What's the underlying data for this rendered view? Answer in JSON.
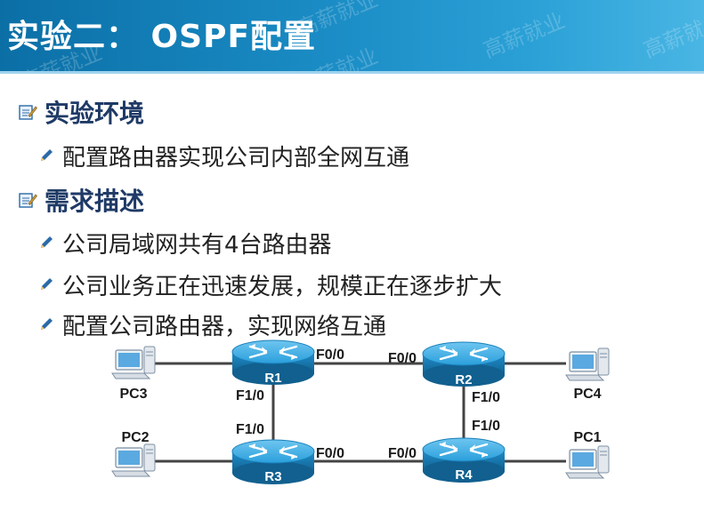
{
  "slide": {
    "title": "实验二： OSPF配置",
    "watermark": "高薪就业"
  },
  "sections": [
    {
      "heading": "实验环境",
      "items": [
        "配置路由器实现公司内部全网互通"
      ]
    },
    {
      "heading": "需求描述",
      "items": [
        "公司局域网共有4台路由器",
        "公司业务正在迅速发展，规模正在逐步扩大",
        "配置公司路由器，实现网络互通"
      ]
    }
  ],
  "topology": {
    "routers": [
      "R1",
      "R2",
      "R3",
      "R4"
    ],
    "pcs": [
      "PC3",
      "PC4",
      "PC2",
      "PC1"
    ],
    "interfaces": {
      "r1_right": "F0/0",
      "r2_left": "F0/0",
      "r1_down": "F1/0",
      "r3_up": "F1/0",
      "r2_down": "F1/0",
      "r4_up": "F1/0",
      "r3_right": "F0/0",
      "r4_left": "F0/0"
    }
  },
  "colors": {
    "banner": "#1a8bc4",
    "heading": "#1f3a66",
    "router": "#1f97d4",
    "link": "#444444"
  }
}
